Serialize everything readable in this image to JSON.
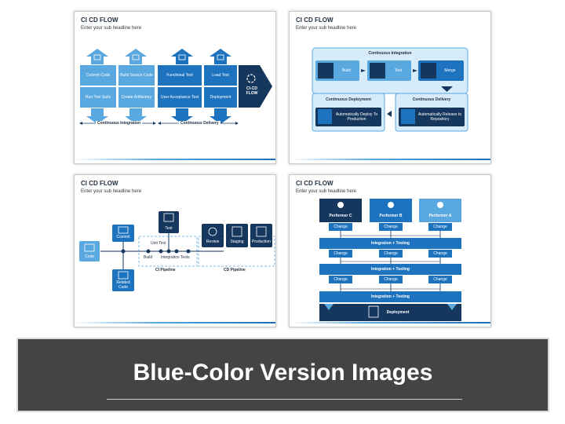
{
  "slides": [
    {
      "title": "CI CD FLOW",
      "subtitle": "Enter your sub headline here",
      "top_cells": [
        "Commit Code",
        "Build Source Code",
        "Functional Test",
        "Load Test"
      ],
      "bottom_cells": [
        "Run Test Suits",
        "Create Artifactory",
        "User Acceptance Test",
        "Deployment"
      ],
      "arrow_label": "CI-CD FLOW",
      "ci_label": "Continuous Integration",
      "cd_label": "Continuous Delivery"
    },
    {
      "title": "CI CD FLOW",
      "subtitle": "Enter your sub headline here",
      "ci_title": "Continuous Integration",
      "ci_steps": [
        "Build",
        "Test",
        "Merge"
      ],
      "cdeploy_title": "Continuous Deployment",
      "cdeploy_text": "Automatically Deploy To Production",
      "cdelivery_title": "Continuous Delivery",
      "cdelivery_text": "Automatically Release to Repository"
    },
    {
      "title": "CI CD FLOW",
      "subtitle": "Enter your sub headline here",
      "code": "Code",
      "commit": "Commit",
      "related_code": "Related Code",
      "test": "Test",
      "unit_test": "Unit Test",
      "build": "Build",
      "integration_tests": "Integration Tests",
      "ci_pipeline": "CI Pipeline",
      "cd_pipeline": "CD Pipeline",
      "review": "Review",
      "staging": "Staging",
      "production": "Production"
    },
    {
      "title": "CI CD FLOW",
      "subtitle": "Enter your sub headline here",
      "performers": [
        "Performer C",
        "Performer B",
        "Performer A"
      ],
      "change": "Change",
      "integration_testing": "Integration + Testing",
      "deployment": "Deployment"
    }
  ],
  "banner": {
    "title": "Blue-Color Version Images"
  },
  "colors": {
    "light_blue": "#5aa8e0",
    "mid_blue": "#1e73be",
    "dark_navy": "#15365d",
    "pale_blue": "#d6ecfa",
    "banner_bg": "#444444"
  }
}
